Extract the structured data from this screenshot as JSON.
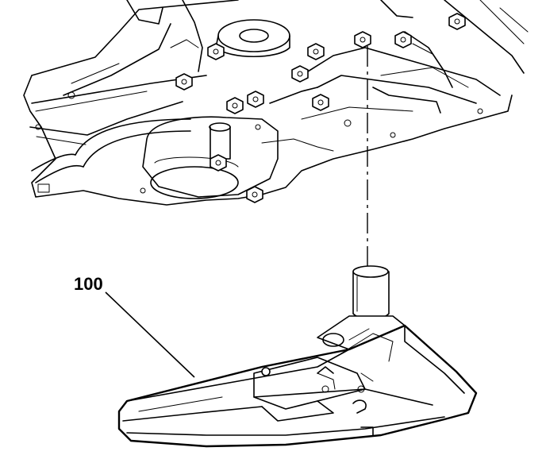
{
  "diagram": {
    "callouts": [
      {
        "label": "100"
      }
    ],
    "components": [
      {
        "name": "transmission-case-underside"
      },
      {
        "name": "transmission-fluid-filter"
      }
    ]
  }
}
